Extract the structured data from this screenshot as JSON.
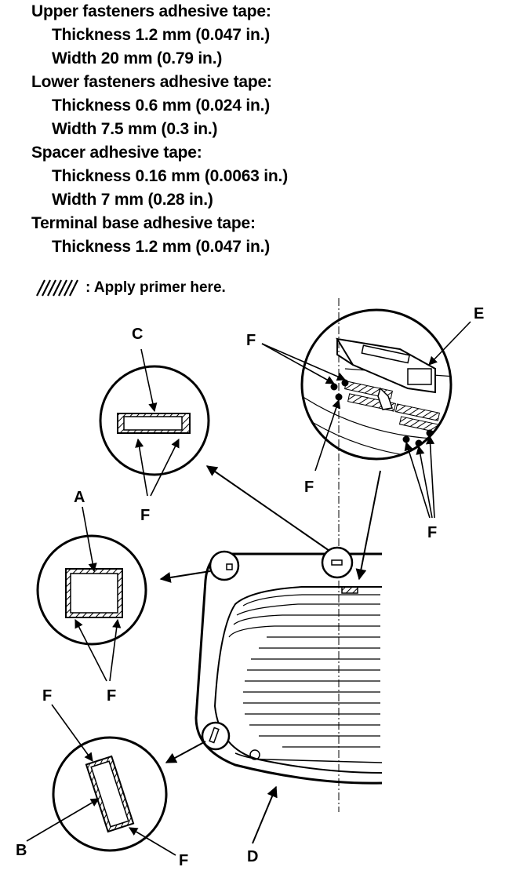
{
  "specs": [
    {
      "heading": "Upper fasteners adhesive tape:",
      "values": [
        "Thickness 1.2 mm (0.047 in.)",
        "Width 20 mm (0.79 in.)"
      ]
    },
    {
      "heading": "Lower fasteners adhesive tape:",
      "values": [
        "Thickness 0.6 mm (0.024 in.)",
        "Width 7.5 mm (0.3 in.)"
      ]
    },
    {
      "heading": "Spacer adhesive tape:",
      "values": [
        "Thickness 0.16 mm (0.0063 in.)",
        "Width 7 mm (0.28 in.)"
      ]
    },
    {
      "heading": "Terminal base adhesive tape:",
      "values": [
        "Thickness 1.2 mm (0.047 in.)"
      ]
    }
  ],
  "legend": {
    "primer_text": ": Apply primer here."
  },
  "callouts": {
    "A": "A",
    "B": "B",
    "C": "C",
    "D": "D",
    "E": "E",
    "F": "F"
  }
}
